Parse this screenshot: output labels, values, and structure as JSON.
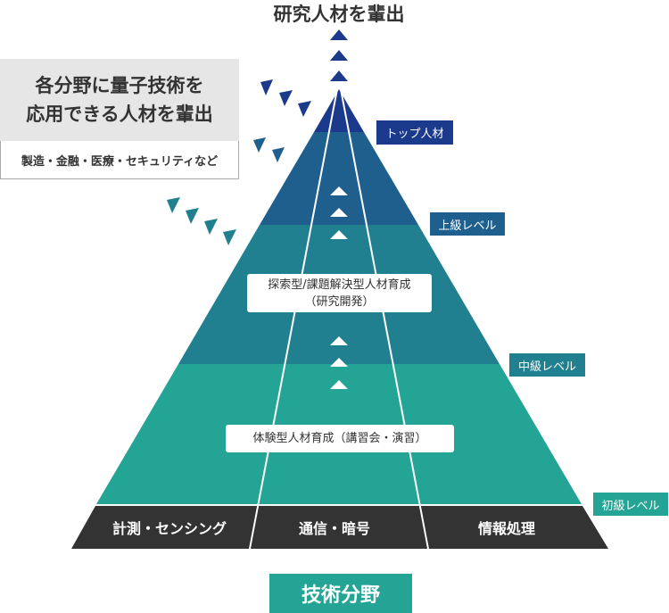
{
  "top_title": "研究人材を輩出",
  "left_panel": {
    "headline_line1": "各分野に量子技術を",
    "headline_line2": "応用できる人材を輩出",
    "sub": "製造・金融・医療・セキュリティなど"
  },
  "levels": [
    {
      "label": "トップ人材",
      "color": "#1b3a8c"
    },
    {
      "label": "上級レベル",
      "color": "#1f5f8e"
    },
    {
      "label": "中級レベル",
      "color": "#21808f"
    },
    {
      "label": "初級レベル",
      "color": "#24a494"
    }
  ],
  "programs": {
    "research_line1": "探索型/課題解決型人材育成",
    "research_line2": "（研究開発）",
    "experience": "体験型人材育成（講習会・演習）"
  },
  "fields": [
    "計測・センシング",
    "通信・暗号",
    "情報処理"
  ],
  "fields_label": "技術分野",
  "colors": {
    "base": "#333333",
    "accent": "#24a494",
    "panel": "#e6e6e6"
  }
}
